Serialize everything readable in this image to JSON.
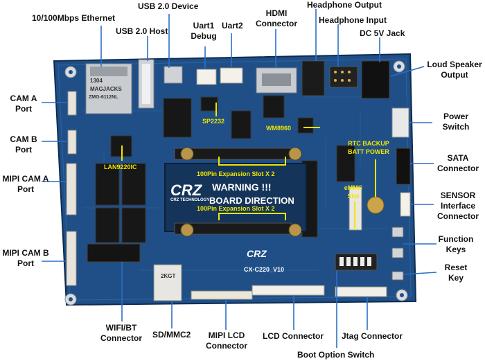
{
  "colors": {
    "pcb": "#1f4f86",
    "pcb_dark": "#173e6b",
    "callout": "#f2e600",
    "leader": "#2d6fc4"
  },
  "callouts": {
    "ethernet": "10/100Mbps Ethernet",
    "usb_device": "USB 2.0 Device",
    "usb_host": "USB 2.0 Host",
    "uart1": [
      "Uart1",
      "Debug"
    ],
    "uart2": "Uart2",
    "hdmi": [
      "HDMI",
      "Connector"
    ],
    "headphone_output": "Headphone Output",
    "headphone_input": "Headphone Input",
    "dc_jack": "DC 5V Jack",
    "loud_speaker": [
      "Loud Speaker",
      "Output"
    ],
    "cam_a": [
      "CAM A",
      "Port"
    ],
    "cam_b": [
      "CAM B",
      "Port"
    ],
    "mipi_cam_a": [
      "MIPI CAM A",
      "Port"
    ],
    "mipi_cam_b": [
      "MIPI CAM B",
      "Port"
    ],
    "power_switch": [
      "Power",
      "Switch"
    ],
    "sata": [
      "SATA",
      "Connector"
    ],
    "sensor": [
      "SENSOR",
      "Interface",
      "Connector"
    ],
    "function_keys": [
      "Function",
      "Keys"
    ],
    "reset_key": [
      "Reset",
      "Key"
    ],
    "wifi_bt": [
      "WIFI/BT",
      "Connector"
    ],
    "sd_mmc2": "SD/MMC2",
    "mipi_lcd": [
      "MIPI LCD",
      "Connector"
    ],
    "lcd": "LCD Connector",
    "jtag": "Jtag Connector",
    "boot_option": "Boot Option Switch"
  },
  "board_labels": {
    "sp2232": "SP2232",
    "wm8960": "WM8960",
    "lan9220": "LAN9220IC",
    "rtc": [
      "RTC BACKUP",
      "BATT POWER"
    ],
    "emmc": [
      "eMMC",
      "Slot"
    ],
    "expansion_top": "100Pin Expansion Slot X 2",
    "expansion_bottom": "100Pin Expansion Slot X 2"
  },
  "silkscreen": {
    "logo": "CRZ",
    "warning": "WARNING !!!",
    "direction": "BOARD DIRECTION",
    "logo_sub": "CRZ TECHNOLOGY",
    "model": "CX-C220_V10",
    "sd_card": "2KGT",
    "rj45_brand": "1304",
    "rj45_line1": "MAGJACKS",
    "rj45_line2": "ZMG-6112NL"
  }
}
